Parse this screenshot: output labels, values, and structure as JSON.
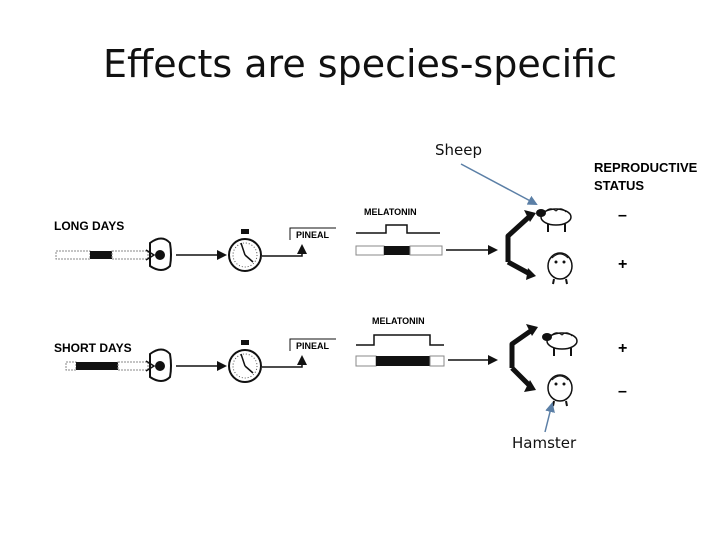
{
  "slide": {
    "title": "Effects are species-specific",
    "callout_top": "Sheep",
    "callout_bottom": "Hamster"
  },
  "diagram": {
    "status_header_line1": "REPRODUCTIVE",
    "status_header_line2": "STATUS",
    "long_days": {
      "label": "LONG DAYS",
      "pineal": "PINEAL",
      "melatonin": "MELATONIN",
      "sheep_status": "–",
      "hamster_status": "+"
    },
    "short_days": {
      "label": "SHORT DAYS",
      "pineal": "PINEAL",
      "melatonin": "MELATONIN",
      "sheep_status": "+",
      "hamster_status": "–"
    }
  },
  "colors": {
    "callout_arrow": "#5b7fa6",
    "ink": "#111111"
  }
}
